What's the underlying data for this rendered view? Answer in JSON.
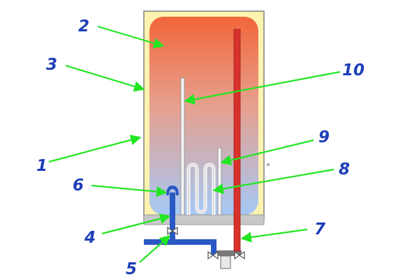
{
  "diagram": {
    "colors": {
      "outer_casing": "#fdf3b0",
      "casing_edge": "#808080",
      "tank_hot": "#f2663a",
      "tank_cold": "#a6c8f5",
      "base_plate": "#c8c8c8",
      "cold_pipe": "#2a58c4",
      "hot_pipe": "#d8312c",
      "leader_line": "#22e622",
      "label_text": "#1f3fb8"
    },
    "callouts": [
      {
        "id": "1",
        "label": "1"
      },
      {
        "id": "2",
        "label": "2"
      },
      {
        "id": "3",
        "label": "3"
      },
      {
        "id": "4",
        "label": "4"
      },
      {
        "id": "5",
        "label": "5"
      },
      {
        "id": "6",
        "label": "6"
      },
      {
        "id": "7",
        "label": "7"
      },
      {
        "id": "8",
        "label": "8"
      },
      {
        "id": "9",
        "label": "9"
      },
      {
        "id": "10",
        "label": "10"
      }
    ]
  }
}
